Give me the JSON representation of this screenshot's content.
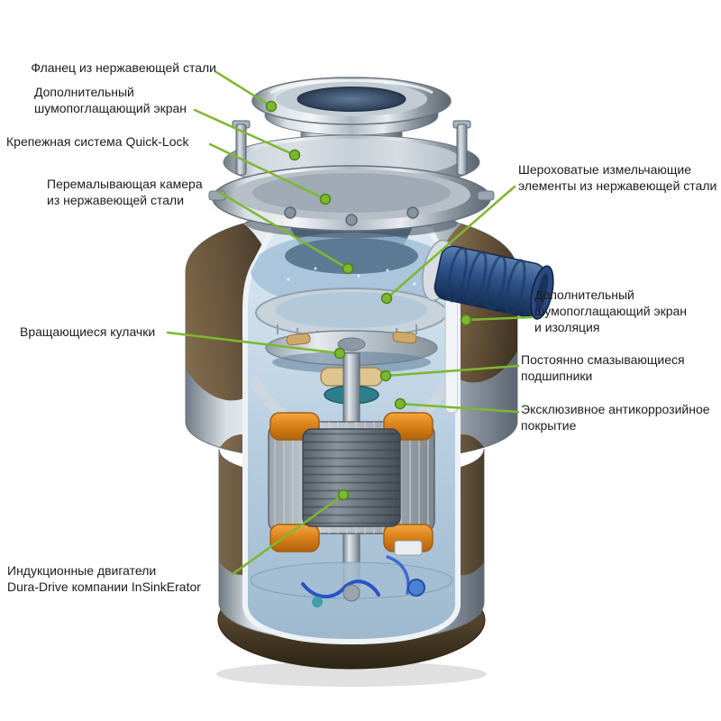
{
  "page": {
    "background": "#ffffff"
  },
  "diagram": {
    "subject": "garbage-disposer-cutaway",
    "accent_color": "#7cb82f",
    "labels": [
      {
        "id": "flange",
        "text": "Фланец из нержавеющей стали"
      },
      {
        "id": "noise-shield",
        "text": "Дополнительный\nшумопоглащающий экран"
      },
      {
        "id": "quick-lock",
        "text": "Крепежная система Quick-Lock"
      },
      {
        "id": "grind-chamber",
        "text": "Перемалывающая камера\nиз нержавеющей стали"
      },
      {
        "id": "lugs",
        "text": "Вращающиеся кулачки"
      },
      {
        "id": "motor",
        "text": "Индукционные двигатели\nDura-Drive компании InSinkErator"
      },
      {
        "id": "grind-elements",
        "text": "Шероховатые измельчающие\nэлементы из нержавеющей стали"
      },
      {
        "id": "insulation",
        "text": "Дополнительный\nшумопоглащающий экран\nи изоляция"
      },
      {
        "id": "bearings",
        "text": "Постоянно смазывающиеся\nподшипники"
      },
      {
        "id": "coating",
        "text": "Эксклюзивное антикоррозийное\nпокрытие"
      }
    ]
  }
}
